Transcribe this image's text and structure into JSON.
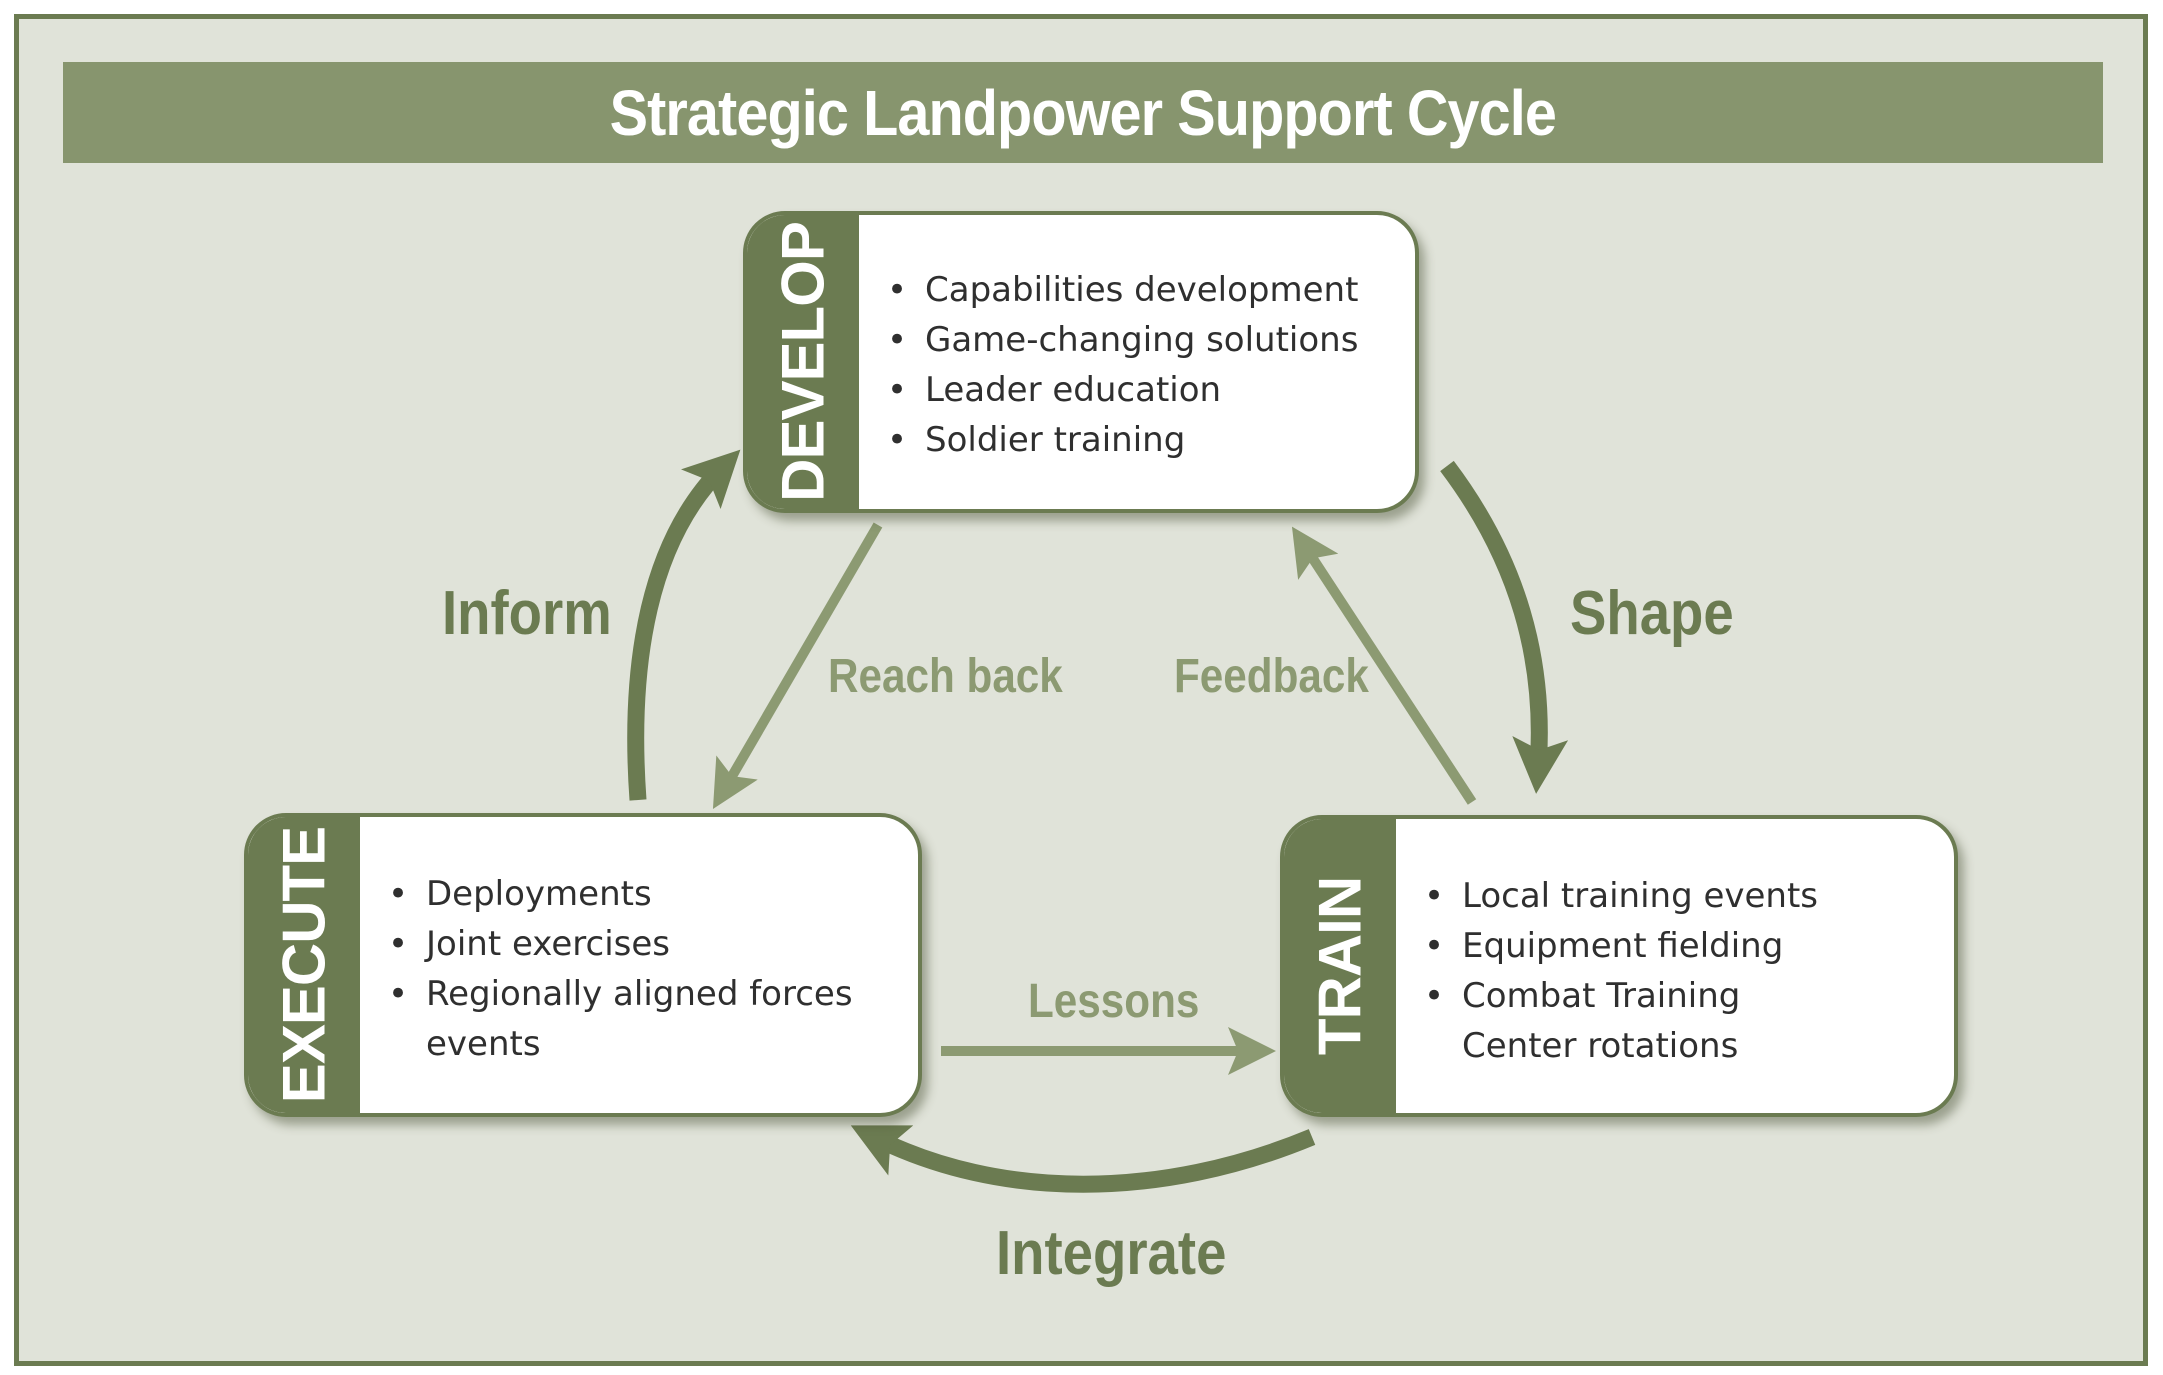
{
  "title": "Strategic Landpower Support Cycle",
  "stages": [
    {
      "band_label": "DEVELOP",
      "items": [
        "Capabilities development",
        "Game-changing solutions",
        "Leader education",
        "Soldier training"
      ]
    },
    {
      "band_label": "EXECUTE",
      "items": [
        "Deployments",
        "Joint exercises",
        "Regionally aligned forces events"
      ]
    },
    {
      "band_label": "TRAIN",
      "items": [
        "Local training events",
        "Equipment fielding",
        "Combat Training Center rotations"
      ]
    }
  ],
  "arrows": {
    "inform": "Inform",
    "shape": "Shape",
    "integrate": "Integrate",
    "reach_back": "Reach back",
    "feedback": "Feedback",
    "lessons": "Lessons"
  },
  "colors": {
    "dark_green": "#6b7b51",
    "light_green": "#8c9a72",
    "title_bar": "#87956e",
    "background": "#e0e3d9"
  }
}
